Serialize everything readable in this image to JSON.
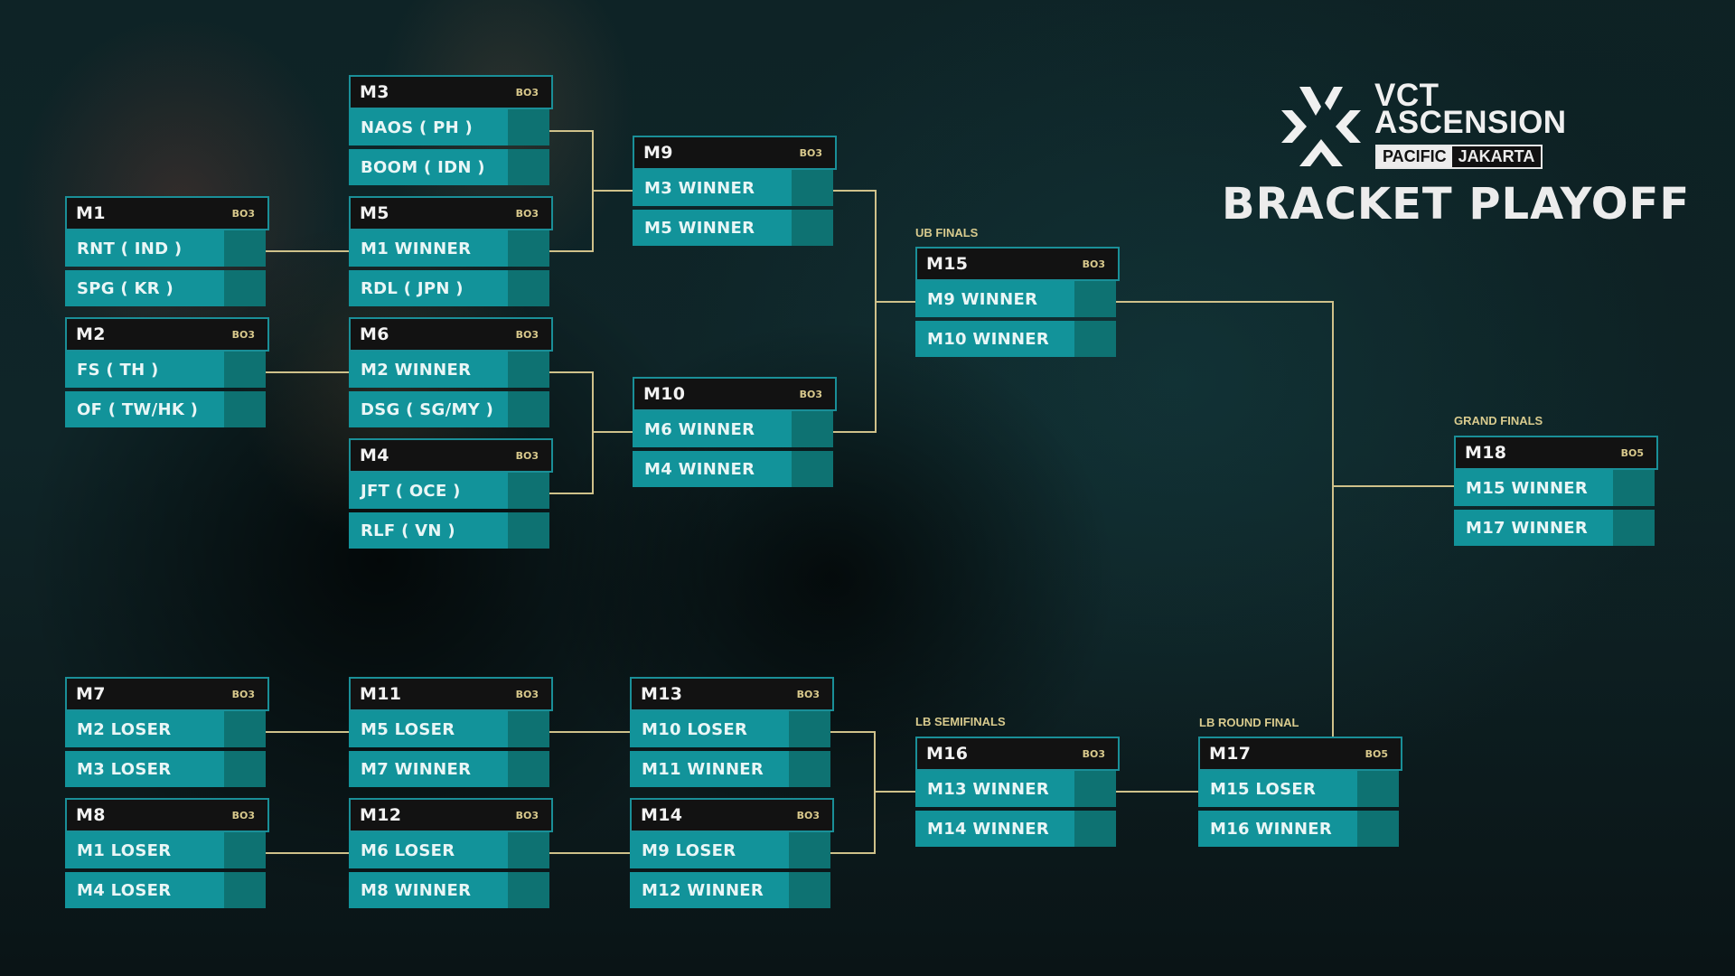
{
  "branding": {
    "line1": "VCT",
    "line2": "ASCENSION",
    "badge_left": "PACIFIC",
    "badge_right": "JAKARTA",
    "logo_icon": "vct-star-logo"
  },
  "title": "BRACKET PLAYOFF",
  "colors": {
    "team_row": "#12939a",
    "score_cell": "#0e7272",
    "header_bg": "#121212",
    "header_border": "#1a8f98",
    "connector": "#cfc18a",
    "format_text": "#d9c98c"
  },
  "stage_labels": {
    "ub_finals": "UB FINALS",
    "grand_finals": "GRAND FINALS",
    "lb_semifinals": "LB SEMIFINALS",
    "lb_round_final": "LB ROUND FINAL"
  },
  "matches": {
    "M1": {
      "id": "M1",
      "format": "BO3",
      "teams": [
        "RNT ( IND )",
        "SPG ( KR )"
      ]
    },
    "M2": {
      "id": "M2",
      "format": "BO3",
      "teams": [
        "FS ( TH )",
        "OF ( TW/HK )"
      ]
    },
    "M3": {
      "id": "M3",
      "format": "BO3",
      "teams": [
        "NAOS ( PH )",
        "BOOM ( IDN )"
      ]
    },
    "M4": {
      "id": "M4",
      "format": "BO3",
      "teams": [
        "JFT ( OCE )",
        "RLF ( VN )"
      ]
    },
    "M5": {
      "id": "M5",
      "format": "BO3",
      "teams": [
        "M1 WINNER",
        "RDL ( JPN )"
      ]
    },
    "M6": {
      "id": "M6",
      "format": "BO3",
      "teams": [
        "M2 WINNER",
        "DSG ( SG/MY )"
      ]
    },
    "M7": {
      "id": "M7",
      "format": "BO3",
      "teams": [
        "M2 LOSER",
        "M3 LOSER"
      ]
    },
    "M8": {
      "id": "M8",
      "format": "BO3",
      "teams": [
        "M1 LOSER",
        "M4 LOSER"
      ]
    },
    "M9": {
      "id": "M9",
      "format": "BO3",
      "teams": [
        "M3 WINNER",
        "M5 WINNER"
      ]
    },
    "M10": {
      "id": "M10",
      "format": "BO3",
      "teams": [
        "M6 WINNER",
        "M4 WINNER"
      ]
    },
    "M11": {
      "id": "M11",
      "format": "BO3",
      "teams": [
        "M5 LOSER",
        "M7 WINNER"
      ]
    },
    "M12": {
      "id": "M12",
      "format": "BO3",
      "teams": [
        "M6 LOSER",
        "M8 WINNER"
      ]
    },
    "M13": {
      "id": "M13",
      "format": "BO3",
      "teams": [
        "M10 LOSER",
        "M11 WINNER"
      ]
    },
    "M14": {
      "id": "M14",
      "format": "BO3",
      "teams": [
        "M9 LOSER",
        "M12 WINNER"
      ]
    },
    "M15": {
      "id": "M15",
      "format": "BO3",
      "teams": [
        "M9 WINNER",
        "M10 WINNER"
      ]
    },
    "M16": {
      "id": "M16",
      "format": "BO3",
      "teams": [
        "M13 WINNER",
        "M14 WINNER"
      ]
    },
    "M17": {
      "id": "M17",
      "format": "BO5",
      "teams": [
        "M15 LOSER",
        "M16 WINNER"
      ]
    },
    "M18": {
      "id": "M18",
      "format": "BO5",
      "teams": [
        "M15 WINNER",
        "M17 WINNER"
      ]
    }
  }
}
